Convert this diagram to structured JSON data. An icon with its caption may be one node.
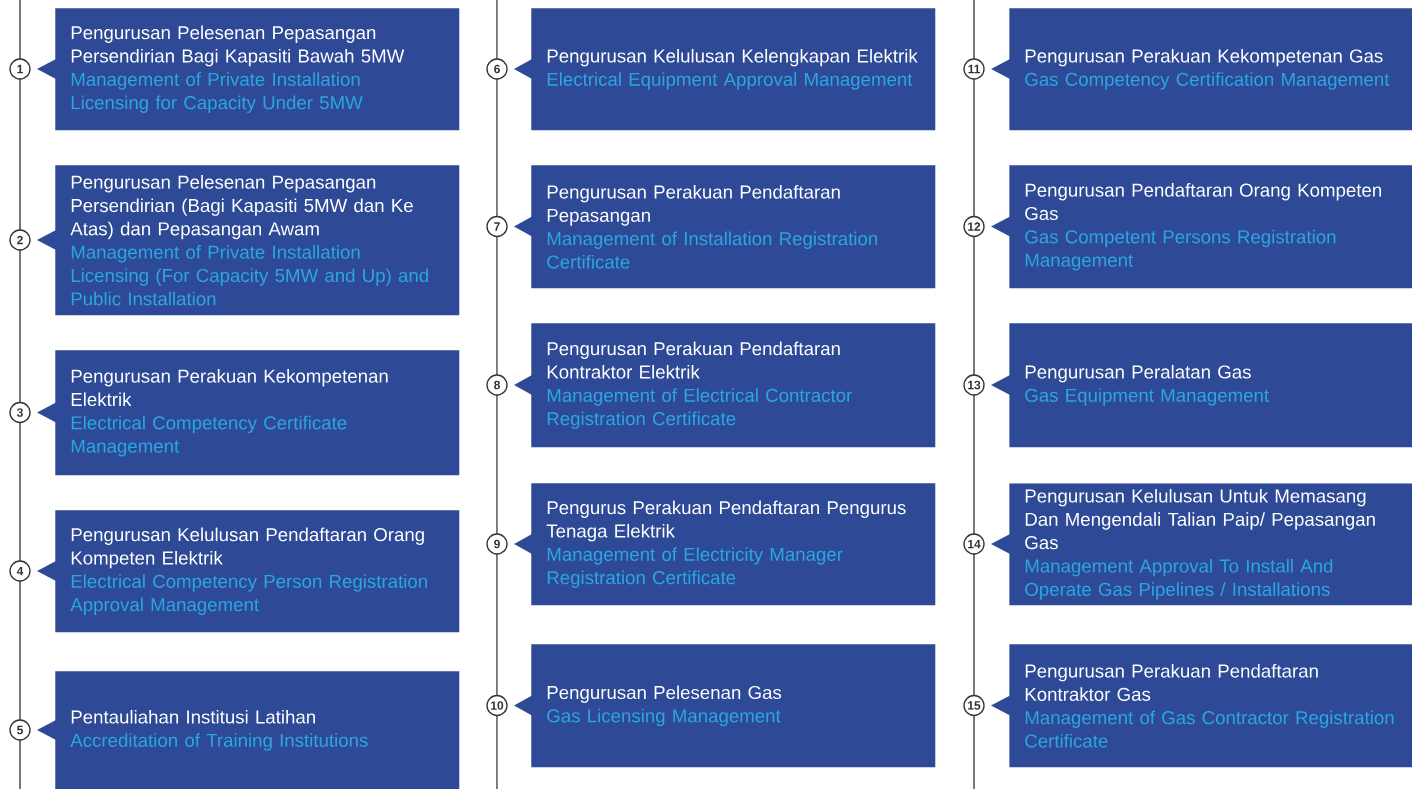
{
  "diagram": {
    "nodes": [
      {
        "text": [
          "1"
        ]
      },
      {
        "text": [
          "Pengurusan Pelesenan Pepasangan Persendirian Bagi Kapasiti Bawah 5MW",
          "Management of Private Installation Licensing for Capacity Under 5MW"
        ]
      },
      {
        "text": [
          "2"
        ]
      },
      {
        "text": [
          "Pengurusan Pelesenan Pepasangan Persendirian (Bagi Kapasiti 5MW dan Ke Atas) dan Pepasangan Awam",
          "Management of Private Installation Licensing (For Capacity 5MW and Up) and Public Installation"
        ]
      },
      {
        "text": [
          "3"
        ]
      },
      {
        "text": [
          "Pengurusan Perakuan Kekompetenan Elektrik",
          "Electrical Competency Certificate Management"
        ]
      },
      {
        "text": [
          "4"
        ]
      },
      {
        "text": [
          "Pengurusan Kelulusan Pendaftaran Orang Kompeten Elektrik",
          "Electrical Competency Person Registration Approval Management"
        ]
      },
      {
        "text": [
          "5"
        ]
      },
      {
        "text": [
          "Pentauliahan Institusi Latihan",
          "Accreditation of Training Institutions"
        ]
      },
      {
        "text": [
          "6"
        ]
      },
      {
        "text": [
          "Pengurusan Kelulusan Kelengkapan Elektrik",
          "Electrical Equipment Approval Management"
        ]
      },
      {
        "text": [
          "7"
        ]
      },
      {
        "text": [
          "Pengurusan Perakuan Pendaftaran Pepasangan",
          "Management of Installation Registration Certificate"
        ]
      },
      {
        "text": [
          "8"
        ]
      },
      {
        "text": [
          "Pengurusan Perakuan Pendaftaran Kontraktor Elektrik",
          "Management of Electrical Contractor Registration Certificate"
        ]
      },
      {
        "text": [
          "9"
        ]
      },
      {
        "text": [
          "Pengurus Perakuan Pendaftaran Pengurus Tenaga Elektrik",
          "Management of Electricity Manager Registration Certificate"
        ]
      },
      {
        "text": [
          "10"
        ]
      },
      {
        "text": [
          "Pengurusan Pelesenan Gas",
          "Gas Licensing Management"
        ]
      },
      {
        "text": [
          "11"
        ]
      },
      {
        "text": [
          "Pengurusan Perakuan Kekompetenan Gas",
          "Gas Competency Certification Management"
        ]
      },
      {
        "text": [
          "12"
        ]
      },
      {
        "text": [
          "Pengurusan Pendaftaran Orang Kompeten Gas",
          "Gas Competent Persons Registration Management"
        ]
      },
      {
        "text": [
          "13"
        ]
      },
      {
        "text": [
          "Pengurusan Peralatan Gas",
          "Gas Equipment Management"
        ]
      },
      {
        "text": [
          "14"
        ]
      },
      {
        "text": [
          "Pengurusan Kelulusan Untuk Memasang Dan Mengendali Talian Paip/ Pepasangan Gas",
          "Management Approval To Install And Operate Gas Pipelines / Installations"
        ]
      },
      {
        "text": [
          "15"
        ]
      },
      {
        "text": [
          "Pengurusan Perakuan Pendaftaran Kontraktor Gas",
          "Management of Gas Contractor Registration Certificate"
        ]
      }
    ]
  }
}
